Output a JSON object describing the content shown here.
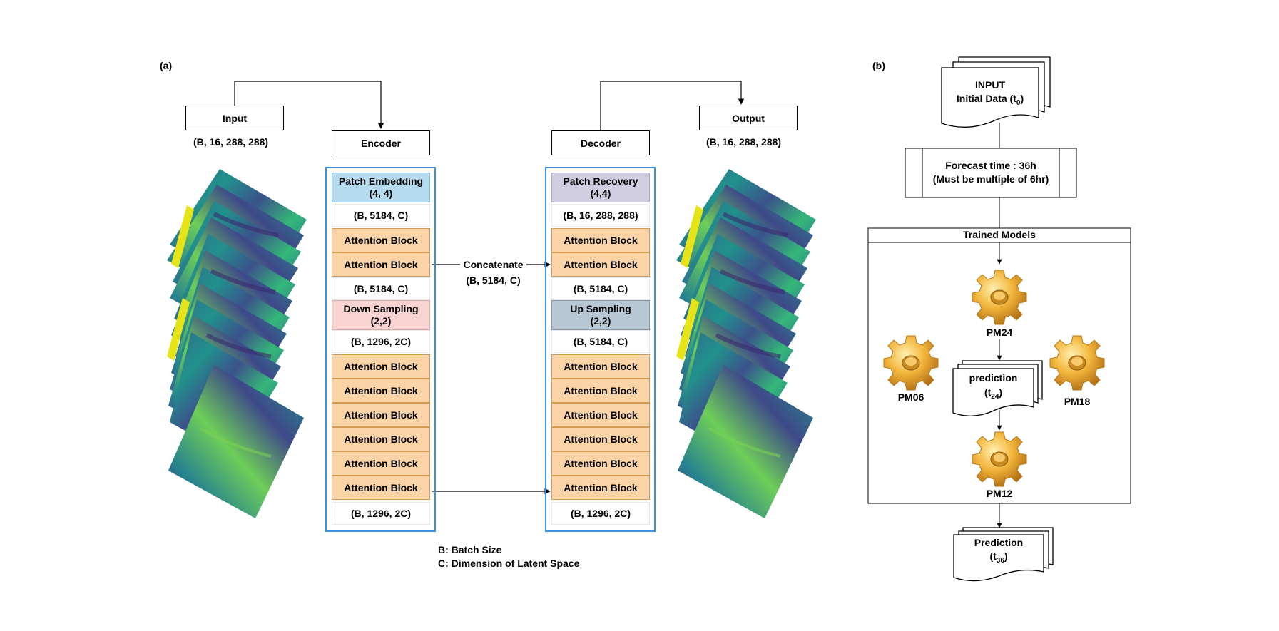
{
  "panel_a": {
    "label": "(a)",
    "input_label": "Input",
    "input_shape": "(B, 16, 288, 288)",
    "encoder_label": "Encoder",
    "decoder_label": "Decoder",
    "output_label": "Output",
    "output_shape": "(B, 16, 288, 288)",
    "encoder": {
      "patch_embedding": [
        "Patch Embedding",
        "(4, 4)"
      ],
      "shape1": "(B, 5184,  C)",
      "attention_top": [
        "Attention Block",
        "Attention Block"
      ],
      "shape2": "(B, 5184,  C)",
      "down_sampling": [
        "Down Sampling",
        "(2,2)"
      ],
      "shape3": "(B, 1296,  2C)",
      "attention_bottom": [
        "Attention Block",
        "Attention Block",
        "Attention Block",
        "Attention Block",
        "Attention Block",
        "Attention Block"
      ],
      "shape4": "(B, 1296,  2C)"
    },
    "decoder": {
      "patch_recovery": [
        "Patch Recovery",
        "(4,4)"
      ],
      "shape1": "(B, 16, 288, 288)",
      "attention_top": [
        "Attention Block",
        "Attention Block"
      ],
      "shape2": "(B, 5184,  C)",
      "up_sampling": [
        "Up Sampling",
        "(2,2)"
      ],
      "shape3": "(B, 5184,  C)",
      "attention_bottom": [
        "Attention Block",
        "Attention Block",
        "Attention Block",
        "Attention Block",
        "Attention Block",
        "Attention Block"
      ],
      "shape4": "(B, 1296,  2C)"
    },
    "concatenate_label": "Concatenate",
    "concatenate_shape": "(B, 5184,  C)",
    "legend": [
      "B: Batch Size",
      "C: Dimension of Latent Space"
    ]
  },
  "panel_b": {
    "label": "(b)",
    "input_title": "INPUT",
    "input_sub": "Initial Data (t",
    "input_sub_index": "0",
    "input_sub_close": ")",
    "forecast_line1": "Forecast time : 36h",
    "forecast_line2": "(Must be multiple of 6hr)",
    "trained_models_title": "Trained Models",
    "models": [
      "PM24",
      "PM06",
      "PM18",
      "PM12"
    ],
    "prediction_mid": "prediction",
    "prediction_mid_index": "24",
    "prediction_final": "Prediction",
    "prediction_final_index": "36"
  },
  "colors": {
    "attention": "#fad3a6",
    "patch_embedding": "#b6dbef",
    "down_sampling": "#f9d2d2",
    "patch_recovery": "#d0cde1",
    "up_sampling": "#b8c7d4",
    "panel_border": "#3d8fe0",
    "gear": "#f2b43a"
  }
}
